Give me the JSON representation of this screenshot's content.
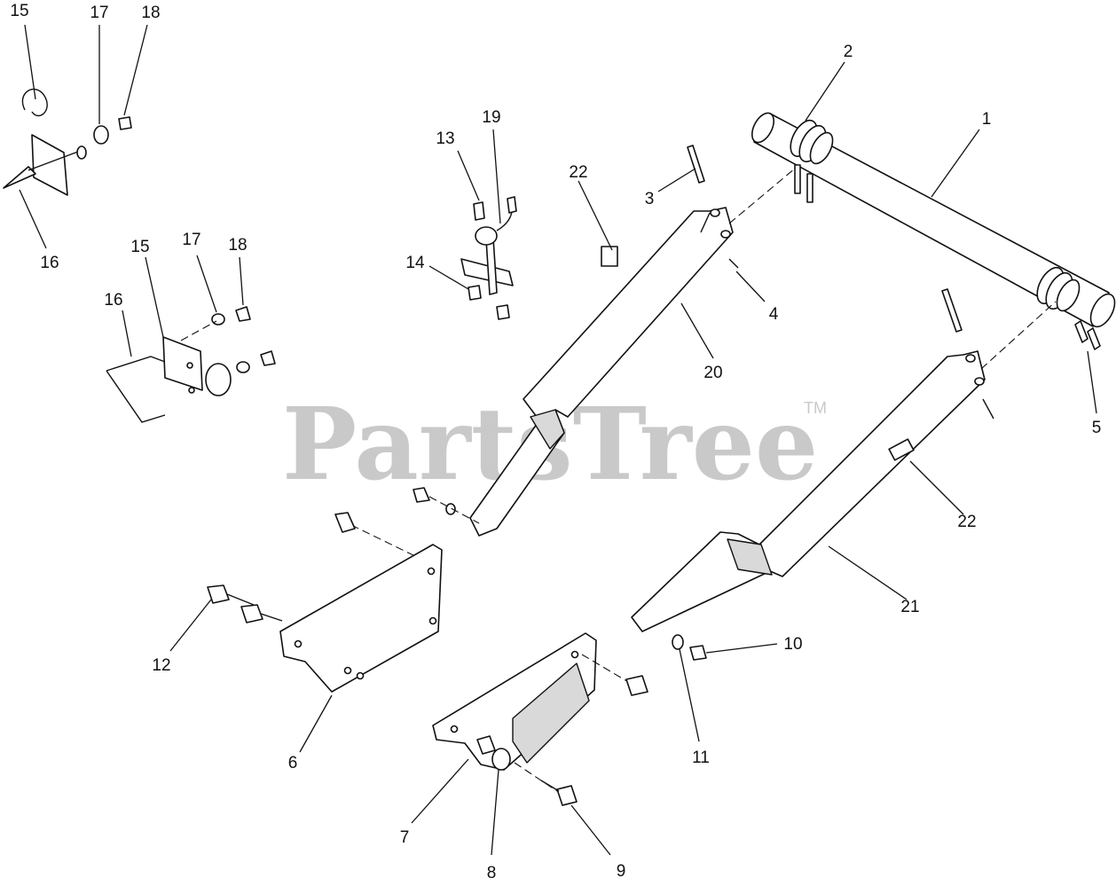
{
  "watermark": {
    "text": "PartsTree",
    "trademark": "TM"
  },
  "callouts": [
    {
      "id": "c1",
      "label": "1"
    },
    {
      "id": "c2",
      "label": "2"
    },
    {
      "id": "c3",
      "label": "3"
    },
    {
      "id": "c4",
      "label": "4"
    },
    {
      "id": "c5",
      "label": "5"
    },
    {
      "id": "c6",
      "label": "6"
    },
    {
      "id": "c7",
      "label": "7"
    },
    {
      "id": "c8",
      "label": "8"
    },
    {
      "id": "c9",
      "label": "9"
    },
    {
      "id": "c10",
      "label": "10"
    },
    {
      "id": "c11",
      "label": "11"
    },
    {
      "id": "c12",
      "label": "12"
    },
    {
      "id": "c13",
      "label": "13"
    },
    {
      "id": "c14",
      "label": "14"
    },
    {
      "id": "c15a",
      "label": "15"
    },
    {
      "id": "c15b",
      "label": "15"
    },
    {
      "id": "c16a",
      "label": "16"
    },
    {
      "id": "c16b",
      "label": "16"
    },
    {
      "id": "c17a",
      "label": "17"
    },
    {
      "id": "c17b",
      "label": "17"
    },
    {
      "id": "c18a",
      "label": "18"
    },
    {
      "id": "c18b",
      "label": "18"
    },
    {
      "id": "c19",
      "label": "19"
    },
    {
      "id": "c20",
      "label": "20"
    },
    {
      "id": "c21",
      "label": "21"
    },
    {
      "id": "c22a",
      "label": "22"
    },
    {
      "id": "c22b",
      "label": "22"
    }
  ]
}
